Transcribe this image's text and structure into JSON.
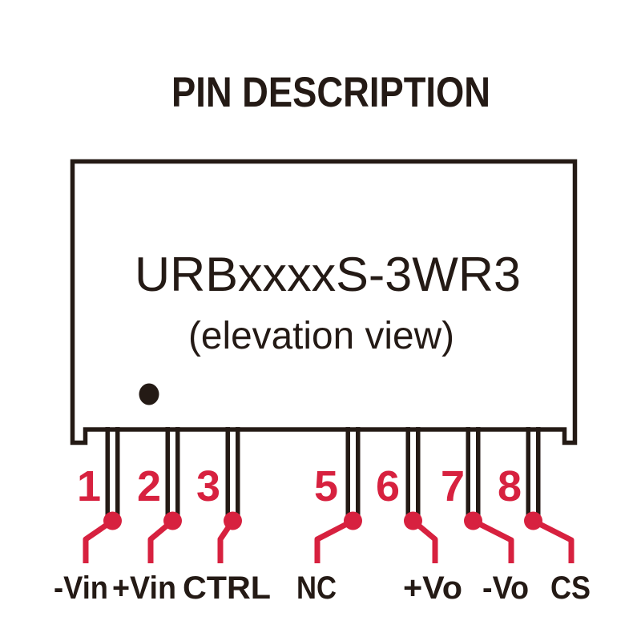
{
  "title": "PIN DESCRIPTION",
  "module": {
    "name": "URBxxxxS-3WR3",
    "view_note": "(elevation view)"
  },
  "colors": {
    "ink": "#241a15",
    "accent": "#d7213f",
    "background": "#ffffff"
  },
  "pins": [
    {
      "number": "1",
      "label": "-Vin"
    },
    {
      "number": "2",
      "label": "+Vin"
    },
    {
      "number": "3",
      "label": "CTRL"
    },
    {
      "number": "5",
      "label": "NC"
    },
    {
      "number": "6",
      "label": "+Vo"
    },
    {
      "number": "7",
      "label": "-Vo"
    },
    {
      "number": "8",
      "label": "CS"
    }
  ]
}
